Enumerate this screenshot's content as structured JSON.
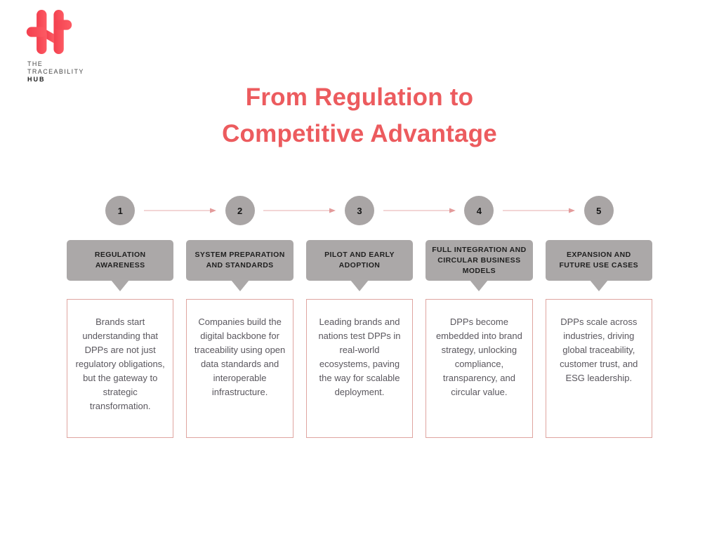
{
  "logo": {
    "line1": "THE",
    "line2": "TRACEABILITY",
    "line3": "HUB"
  },
  "title": {
    "line1": "From Regulation to",
    "line2": "Competitive Advantage"
  },
  "steps": [
    {
      "number": "1",
      "title": "REGULATION AWARENESS",
      "body": "Brands start understanding that DPPs are not just regulatory obligations, but the gateway to strategic transformation."
    },
    {
      "number": "2",
      "title": "SYSTEM PREPARATION AND STANDARDS",
      "body": "Companies build the digital backbone for traceability using open data standards and interoperable infrastructure."
    },
    {
      "number": "3",
      "title": "PILOT AND EARLY ADOPTION",
      "body": "Leading brands and nations test DPPs in real-world ecosystems, paving the way for scalable deployment."
    },
    {
      "number": "4",
      "title": "FULL INTEGRATION AND CIRCULAR BUSINESS MODELS",
      "body": "DPPs become embedded into brand strategy, unlocking compliance, transparency, and circular value."
    },
    {
      "number": "5",
      "title": "EXPANSION AND FUTURE USE CASES",
      "body": "DPPs scale across industries, driving global traceability, customer trust, and ESG leadership."
    }
  ],
  "colors": {
    "accent-red": "#EC5B5E",
    "logo-red-start": "#F3404F",
    "logo-red-end": "#FD5A63",
    "step-gray": "#A9A5A5",
    "header-gray": "#ABA8A8",
    "header-text": "#1F1F1F",
    "card-border": "#DFA5A0",
    "body-text": "#5A575E",
    "arrow-pink": "#EFC9C9",
    "arrowhead-pink": "#E39B9B"
  }
}
